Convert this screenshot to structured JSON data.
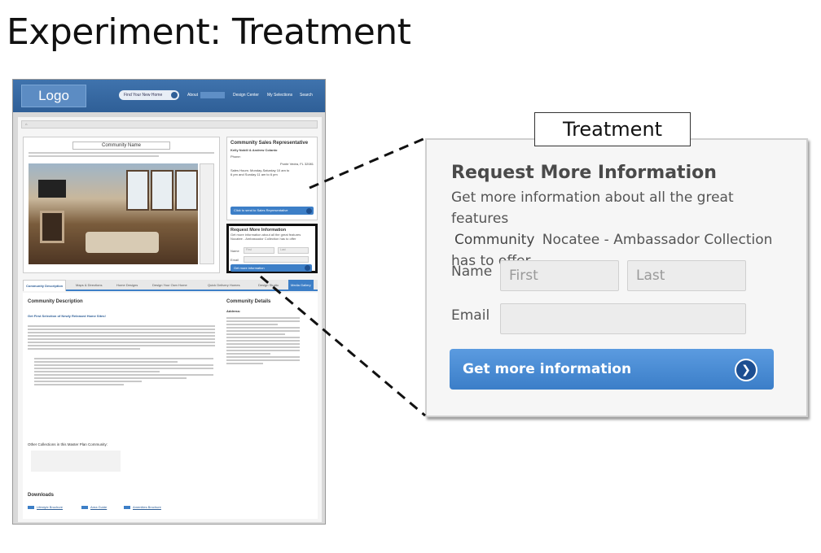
{
  "slide": {
    "title": "Experiment: Treatment"
  },
  "site": {
    "logo": "Logo",
    "nav": {
      "find_home": "Find Your New Home",
      "about": "About",
      "design_center": "Design Center",
      "my_selections": "My Selections",
      "search": "Search"
    },
    "community_name": "Community  Name",
    "sales": {
      "title": "Community Sales Representative",
      "reps": "Kelly Nobili & Andrew Colanto",
      "phone_label": "Phone:",
      "address": "Ponte Vedra, FL 32081",
      "hours": "Sales Hours: Monday-Saturday 10 am to 6 pm and Sunday 11 am to 6 pm",
      "button": "Click to send to Sales Representative"
    },
    "request_mini": {
      "title": "Request More Information",
      "text": "Get more information about all the great features Nocatee - Ambassador Collection has to offer",
      "name_label": "Name",
      "first": "First",
      "last": "Last",
      "email_label": "Email",
      "button": "Get more information"
    },
    "tabs": [
      "Community Description",
      "Maps & Directions",
      "Home Designs",
      "Design Your Own Home",
      "Quick Delivery Homes",
      "Design Studio",
      "Media Gallery"
    ],
    "content": {
      "heading": "Community Description",
      "subheading": "Get First Selection of Newly Released Home Sites!",
      "details_heading": "Community Details",
      "address_label": "Address:",
      "other_collections": "Other Collections in this Master Plan Community:",
      "downloads_heading": "Downloads",
      "downloads": [
        "Lifestyle Brochure",
        "Area Guide",
        "Amenities Brochure"
      ]
    }
  },
  "callout": {
    "label": "Treatment",
    "title": "Request More Information",
    "text_prefix": "Get more information about all the great features",
    "placeholder": "Community",
    "text_suffix": "Nocatee - Ambassador Collection",
    "text_end": "has to offer",
    "name_label": "Name",
    "first_placeholder": "First",
    "last_placeholder": "Last",
    "email_label": "Email",
    "button": "Get more information"
  }
}
